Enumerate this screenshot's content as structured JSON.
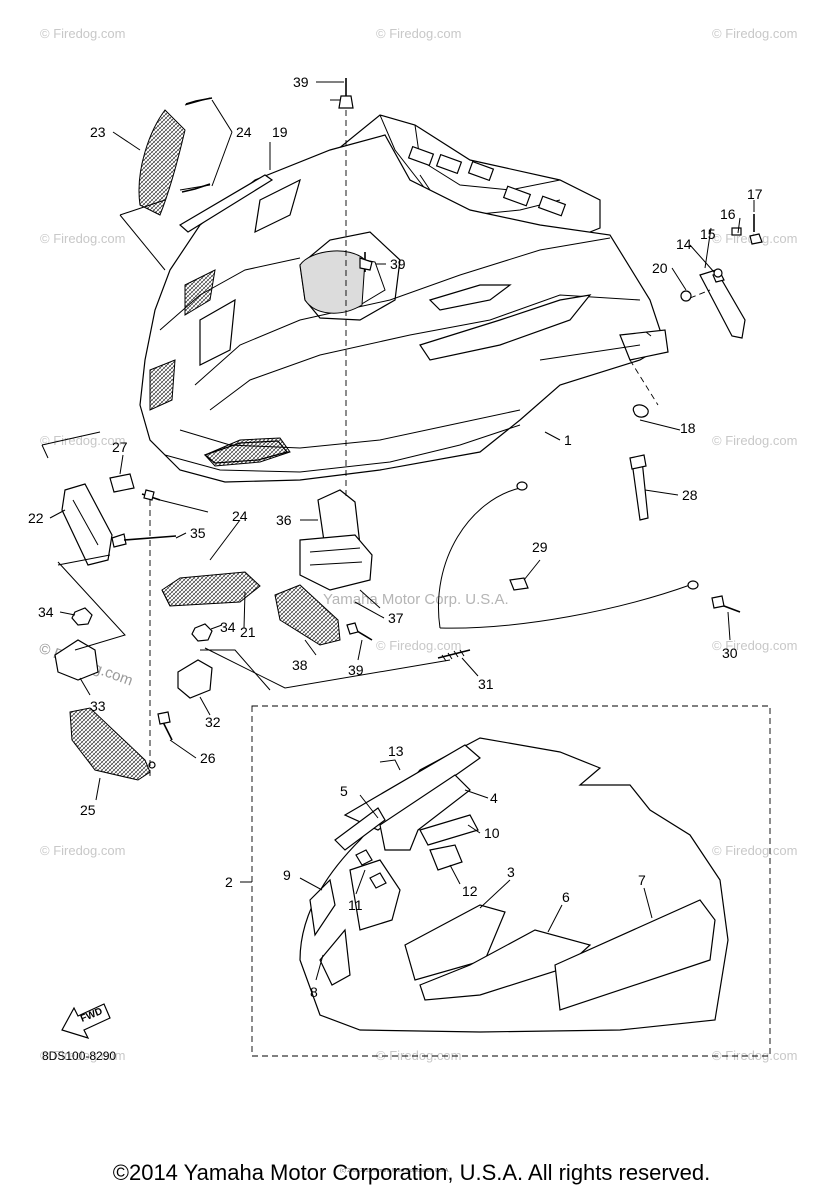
{
  "watermarks": {
    "site": "© Firedog.com",
    "center": "Yamaha Motor Corp. U.S.A.",
    "lower": "© Firedog.com",
    "tiny": "(c) 2005-2015 Yamaha Motor Corporation, U.S.A."
  },
  "diagram_code": "8DS100-8290",
  "fwd_label": "FWD",
  "copyright": "©2014 Yamaha Motor Corporation, U.S.A. All rights reserved.",
  "callouts": {
    "c1": "1",
    "c2": "2",
    "c3": "3",
    "c4": "4",
    "c5": "5",
    "c6": "6",
    "c7": "7",
    "c8": "8",
    "c9": "9",
    "c10": "10",
    "c11": "11",
    "c12": "12",
    "c13": "13",
    "c14": "14",
    "c15": "15",
    "c16": "16",
    "c17": "17",
    "c18": "18",
    "c19": "19",
    "c20": "20",
    "c21": "21",
    "c22": "22",
    "c23": "23",
    "c24a": "24",
    "c24b": "24",
    "c25": "25",
    "c26": "26",
    "c27": "27",
    "c28": "28",
    "c29": "29",
    "c30": "30",
    "c31": "31",
    "c32": "32",
    "c33": "33",
    "c34a": "34",
    "c34b": "34",
    "c35": "35",
    "c36": "36",
    "c37": "37",
    "c38": "38",
    "c39a": "39",
    "c39b": "39",
    "c39c": "39"
  }
}
